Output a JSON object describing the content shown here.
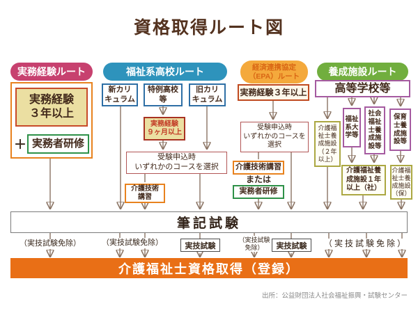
{
  "title": "資格取得ルート図",
  "source": "出所：公益財団法人社会福祉振興・試験センター",
  "colors": {
    "route_practical_pink": "#C7416F",
    "route_welfare_teal": "#2E93BC",
    "route_epa_orange": "#F4A93C",
    "route_facility_green": "#71AE3E",
    "purple_border": "#A55AA0",
    "olive_border": "#ABA742",
    "blue_border": "#2E6FA5",
    "orange_border": "#E8821E",
    "green_border": "#2E9148",
    "red_border": "#C04A20",
    "tan_fill": "#EBDFA2",
    "goal_bar_orange": "#E96F16",
    "arrow_brown": "#55241A",
    "text_brown": "#42291B"
  },
  "routes": {
    "practical": {
      "header": "実務経験ルート",
      "experience_box": "実務経験\n３年以上",
      "plus_sign": "＋",
      "worker_training": "実務者研修"
    },
    "welfare_school": {
      "header": "福祉系高校ルート",
      "new_curriculum": "新カリ\nキュラム",
      "special_school": "特例高校\n等",
      "old_curriculum": "旧カリ\nキュラム",
      "experience_9m": "実務経験\n９ヶ月以上",
      "course_select": "受験申込時\nいずれかのコースを選択",
      "care_skill_course": "介護技術\n講習"
    },
    "epa": {
      "header": "経済連携協定\n（EPA）ルート",
      "experience_3y": "実務経験３年以上",
      "course_select": "受験申込時\nいずれかのコースを\n選択",
      "care_skill_course": "介護技術講習",
      "or_label": "または",
      "worker_training": "実務者研修"
    },
    "training_facility": {
      "header": "養成施設ルート",
      "high_school": "高等学校等",
      "facility_2y": "介護福\n祉士養\n成施設\n（２年\n以上）",
      "welfare_univ": "福祉\n系大\n学等",
      "social_worker_facility": "社会\n福祉\n士養\n成施\n設等",
      "childcare_facility": "保育\n士養\n成施\n設等",
      "facility_1y_sha": "介護福祉養\n成施設１年\n以上（社）",
      "facility_ho": "介護福\n祉士養\n成施設\n（保）"
    }
  },
  "written_exam": "筆記試験",
  "bottom": {
    "exempt_practical": "（実技試験免除）",
    "exempt_welfare": "（実技試験免除）",
    "practical_exam_1": "実技試験",
    "exempt_epa": "（実技試験\n免除）",
    "practical_exam_2": "実技試験",
    "exempt_facility": "（実技試験免除）"
  },
  "goal": "介護福祉士資格取得（登録）"
}
